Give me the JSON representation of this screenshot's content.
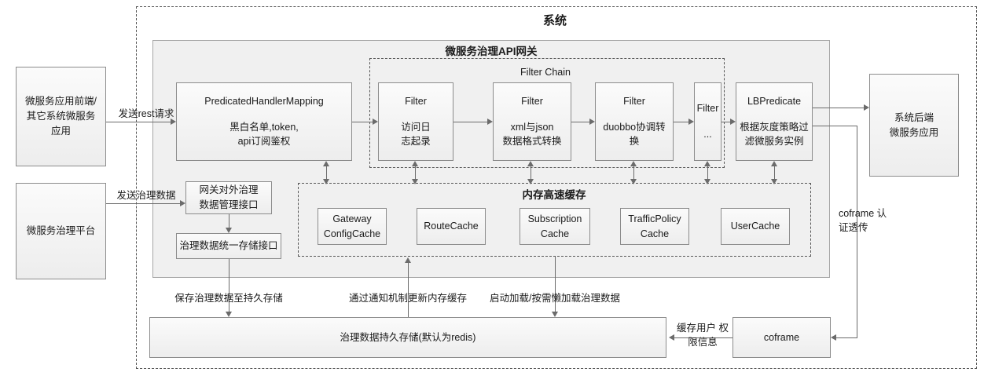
{
  "diagram": {
    "system_title": "系统",
    "gateway_panel_title": "微服务治理API网关",
    "filter_chain_title": "Filter Chain",
    "cache_title": "内存高速缓存"
  },
  "external": {
    "frontend_app": {
      "line1": "微服务应用前端/",
      "line2": "其它系统微服务",
      "line3": "应用"
    },
    "governance_platform": {
      "line1": "微服务治理平台"
    },
    "backend_app": {
      "line1": "系统后端",
      "line2": "微服务应用"
    },
    "coframe": {
      "line1": "coframe"
    }
  },
  "gateway": {
    "predicated_handler_mapping": {
      "title": "PredicatedHandlerMapping",
      "line1": "黑白名单,token,",
      "line2": "api订阅鉴权"
    },
    "filters": [
      {
        "title": "Filter",
        "line1": "访问日",
        "line2": "志起录"
      },
      {
        "title": "Filter",
        "line1": "xml与json",
        "line2": "数据格式转换"
      },
      {
        "title": "Filter",
        "line1": "duobbo协调转",
        "line2": "换"
      },
      {
        "title": "Filter",
        "line1": "...",
        "line2": ""
      }
    ],
    "lb_predicate": {
      "title": "LBPredicate",
      "line1": "根据灰度策略过",
      "line2": "滤微服务实例"
    },
    "gateway_mgmt_interface": {
      "line1": "网关对外治理",
      "line2": "数据管理接口"
    },
    "unified_storage_interface": {
      "line1": "治理数据统一存储接口"
    }
  },
  "caches": [
    {
      "line1": "Gateway",
      "line2": "ConfigCache"
    },
    {
      "line1": "RouteCache",
      "line2": ""
    },
    {
      "line1": "Subscription",
      "line2": "Cache"
    },
    {
      "line1": "TrafficPolicy",
      "line2": "Cache"
    },
    {
      "line1": "UserCache",
      "line2": ""
    }
  ],
  "storage": {
    "persistent_store": "治理数据持久存储(默认为redis)"
  },
  "edge_labels": {
    "send_rest_request": "发送rest请求",
    "send_governance_data": "发送治理数据",
    "save_to_persistent": "保存治理数据至持久存储",
    "notify_update_cache": "通过通知机制更新内存缓存",
    "startup_lazy_load": "启动加载/按需懒加载治理数据",
    "coframe_auth_line1": "coframe",
    "coframe_auth_line2": "认证透传",
    "cache_user_perm_line1": "缓存用户",
    "cache_user_perm_line2": "权限信息"
  },
  "colors": {
    "box_border": "#8c8c8c",
    "panel_bg": "#f0f0f0",
    "dashed_border": "#555555",
    "connector": "#6b6b6b",
    "text": "#1a1a1a"
  }
}
